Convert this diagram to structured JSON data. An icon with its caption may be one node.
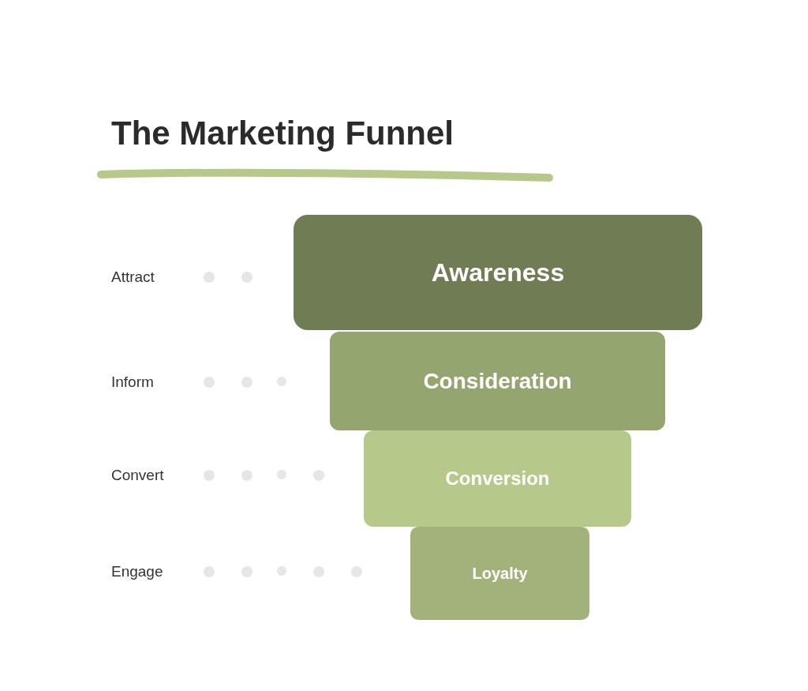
{
  "diagram": {
    "title": "The Marketing Funnel",
    "nodes": [
      {
        "text": [
          "Awareness"
        ]
      },
      {
        "text": [
          "Consideration"
        ]
      },
      {
        "text": [
          "Conversion"
        ]
      },
      {
        "text": [
          "Loyalty"
        ]
      }
    ],
    "edges": [],
    "labels": [
      "Attract",
      "Inform",
      "Convert",
      "Engage"
    ]
  }
}
